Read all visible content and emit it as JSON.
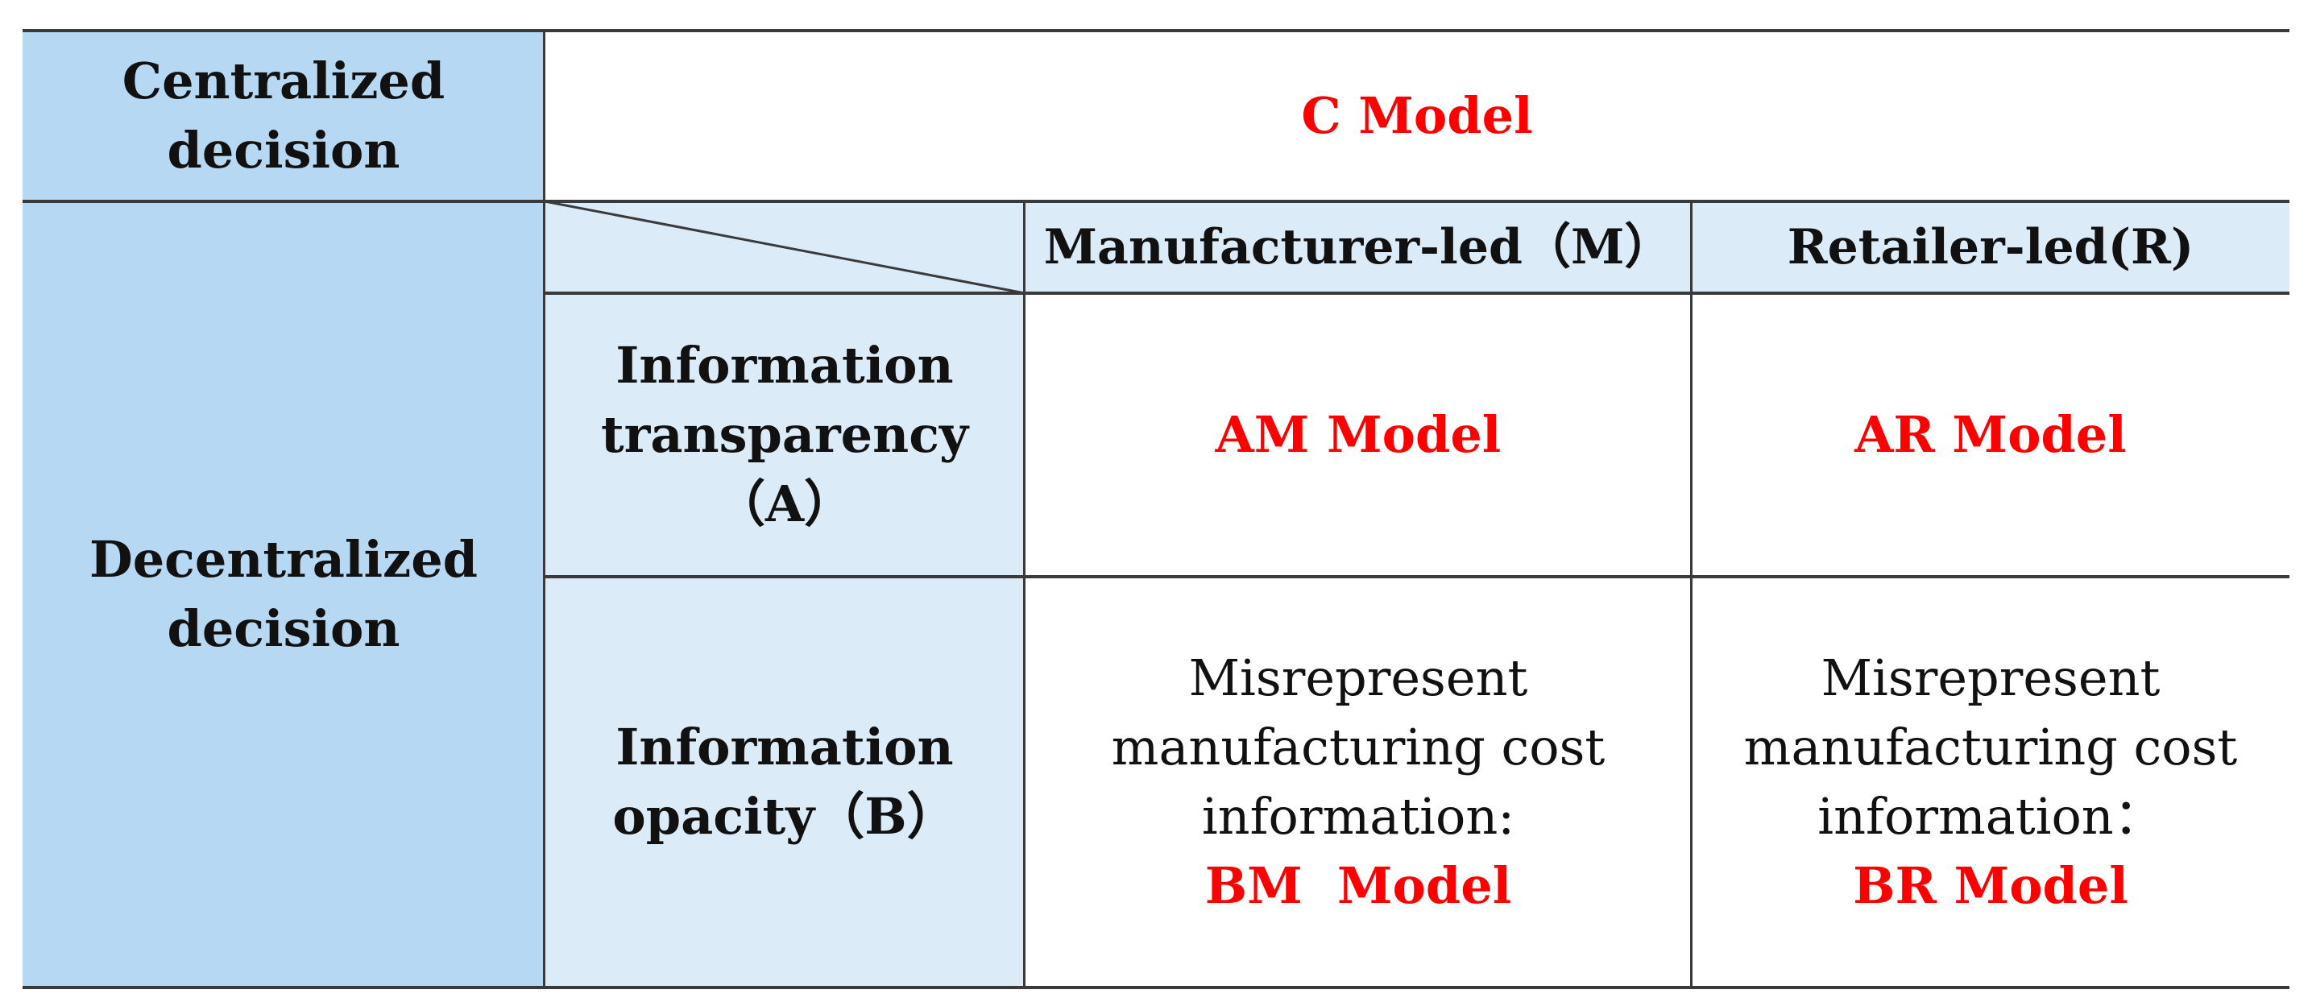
{
  "centralized": {
    "label_line1": "Centralized",
    "label_line2": "decision",
    "model": "C Model"
  },
  "decentralized": {
    "label_line1": "Decentralized",
    "label_line2": "decision"
  },
  "columns": {
    "manufacturer": "Manufacturer-led（M）",
    "retailer": "Retailer-led(R)"
  },
  "rows": {
    "transparency": {
      "line1": "Information",
      "line2": "transparency",
      "line3": "（A）"
    },
    "opacity": {
      "line1": "Information",
      "line2": "opacity（B）"
    }
  },
  "cells": {
    "am": "AM Model",
    "ar": "AR Model",
    "bm": {
      "line1": "Misrepresent",
      "line2": "manufacturing cost",
      "line3": "information:",
      "model": "BM  Model"
    },
    "br": {
      "line1": "Misrepresent",
      "line2": "manufacturing cost",
      "line3": "information：",
      "model": "BR Model"
    }
  },
  "colors": {
    "header_dark": "#b6d8f2",
    "header_light": "#dcebf8",
    "model_text": "#ff0000",
    "rule": "#3a3a3a"
  }
}
